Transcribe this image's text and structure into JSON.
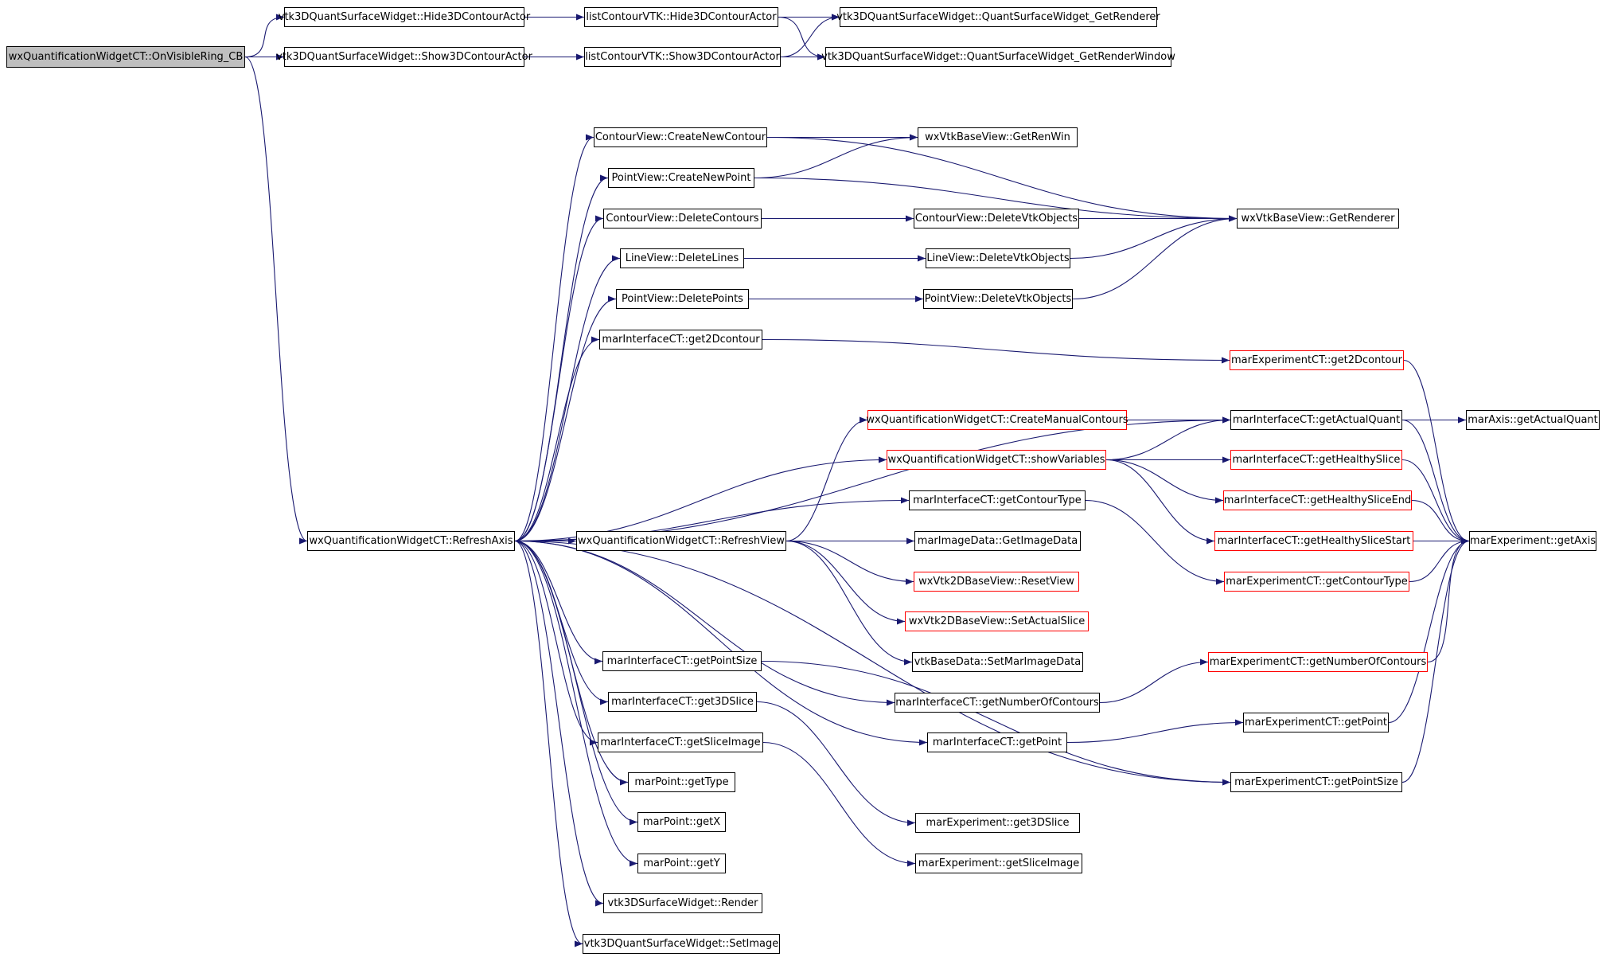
{
  "diagram": {
    "type": "call-graph",
    "colors": {
      "edge": "#191970",
      "normal_border": "#000000",
      "incomplete_border": "#ff0000",
      "root_fill": "#bfbfbf"
    },
    "nodes": [
      {
        "id": "n0",
        "label": "wxQuantificationWidgetCT::OnVisibleRing_CB",
        "style": "root"
      },
      {
        "id": "n1",
        "label": "vtk3DQuantSurfaceWidget::Hide3DContourActor",
        "style": "normal"
      },
      {
        "id": "n2",
        "label": "vtk3DQuantSurfaceWidget::Show3DContourActor",
        "style": "normal"
      },
      {
        "id": "n3",
        "label": "wxQuantificationWidgetCT::RefreshAxis",
        "style": "normal"
      },
      {
        "id": "n4",
        "label": "listContourVTK::Hide3DContourActor",
        "style": "normal"
      },
      {
        "id": "n5",
        "label": "listContourVTK::Show3DContourActor",
        "style": "normal"
      },
      {
        "id": "n6",
        "label": "vtk3DQuantSurfaceWidget::QuantSurfaceWidget_GetRenderer",
        "style": "normal"
      },
      {
        "id": "n7",
        "label": "vtk3DQuantSurfaceWidget::QuantSurfaceWidget_GetRenderWindow",
        "style": "normal"
      },
      {
        "id": "n8",
        "label": "ContourView::CreateNewContour",
        "style": "normal"
      },
      {
        "id": "n9",
        "label": "PointView::CreateNewPoint",
        "style": "normal"
      },
      {
        "id": "n10",
        "label": "ContourView::DeleteContours",
        "style": "normal"
      },
      {
        "id": "n11",
        "label": "LineView::DeleteLines",
        "style": "normal"
      },
      {
        "id": "n12",
        "label": "PointView::DeletePoints",
        "style": "normal"
      },
      {
        "id": "n13",
        "label": "marInterfaceCT::get2Dcontour",
        "style": "normal"
      },
      {
        "id": "n14",
        "label": "wxQuantificationWidgetCT::RefreshView",
        "style": "normal"
      },
      {
        "id": "n15",
        "label": "marInterfaceCT::getPointSize",
        "style": "normal"
      },
      {
        "id": "n16",
        "label": "marInterfaceCT::get3DSlice",
        "style": "normal"
      },
      {
        "id": "n17",
        "label": "marInterfaceCT::getSliceImage",
        "style": "normal"
      },
      {
        "id": "n18",
        "label": "marPoint::getType",
        "style": "normal"
      },
      {
        "id": "n19",
        "label": "marPoint::getX",
        "style": "normal"
      },
      {
        "id": "n20",
        "label": "marPoint::getY",
        "style": "normal"
      },
      {
        "id": "n21",
        "label": "vtk3DSurfaceWidget::Render",
        "style": "normal"
      },
      {
        "id": "n22",
        "label": "vtk3DQuantSurfaceWidget::SetImage",
        "style": "normal"
      },
      {
        "id": "n23",
        "label": "wxVtkBaseView::GetRenWin",
        "style": "normal"
      },
      {
        "id": "n24",
        "label": "ContourView::DeleteVtkObjects",
        "style": "normal"
      },
      {
        "id": "n25",
        "label": "LineView::DeleteVtkObjects",
        "style": "normal"
      },
      {
        "id": "n26",
        "label": "PointView::DeleteVtkObjects",
        "style": "normal"
      },
      {
        "id": "n27",
        "label": "wxQuantificationWidgetCT::CreateManualContours",
        "style": "incomplete"
      },
      {
        "id": "n28",
        "label": "wxQuantificationWidgetCT::showVariables",
        "style": "incomplete"
      },
      {
        "id": "n29",
        "label": "marInterfaceCT::getContourType",
        "style": "normal"
      },
      {
        "id": "n30",
        "label": "marImageData::GetImageData",
        "style": "normal"
      },
      {
        "id": "n31",
        "label": "wxVtk2DBaseView::ResetView",
        "style": "incomplete"
      },
      {
        "id": "n32",
        "label": "wxVtk2DBaseView::SetActualSlice",
        "style": "incomplete"
      },
      {
        "id": "n33",
        "label": "vtkBaseData::SetMarImageData",
        "style": "normal"
      },
      {
        "id": "n34",
        "label": "marInterfaceCT::getNumberOfContours",
        "style": "normal"
      },
      {
        "id": "n35",
        "label": "marInterfaceCT::getPoint",
        "style": "normal"
      },
      {
        "id": "n36",
        "label": "marExperiment::get3DSlice",
        "style": "normal"
      },
      {
        "id": "n37",
        "label": "marExperiment::getSliceImage",
        "style": "normal"
      },
      {
        "id": "n38",
        "label": "wxVtkBaseView::GetRenderer",
        "style": "normal"
      },
      {
        "id": "n39",
        "label": "marExperimentCT::get2Dcontour",
        "style": "incomplete"
      },
      {
        "id": "n40",
        "label": "marInterfaceCT::getActualQuant",
        "style": "normal"
      },
      {
        "id": "n41",
        "label": "marInterfaceCT::getHealthySlice",
        "style": "incomplete"
      },
      {
        "id": "n42",
        "label": "marInterfaceCT::getHealthySliceEnd",
        "style": "incomplete"
      },
      {
        "id": "n43",
        "label": "marInterfaceCT::getHealthySliceStart",
        "style": "incomplete"
      },
      {
        "id": "n44",
        "label": "marExperimentCT::getContourType",
        "style": "incomplete"
      },
      {
        "id": "n45",
        "label": "marExperimentCT::getNumberOfContours",
        "style": "incomplete"
      },
      {
        "id": "n46",
        "label": "marExperimentCT::getPoint",
        "style": "normal"
      },
      {
        "id": "n47",
        "label": "marExperimentCT::getPointSize",
        "style": "normal"
      },
      {
        "id": "n48",
        "label": "marAxis::getActualQuant",
        "style": "normal"
      },
      {
        "id": "n49",
        "label": "marExperiment::getAxis",
        "style": "normal"
      }
    ],
    "edges": [
      [
        "n0",
        "n1"
      ],
      [
        "n0",
        "n2"
      ],
      [
        "n0",
        "n3"
      ],
      [
        "n1",
        "n4"
      ],
      [
        "n2",
        "n5"
      ],
      [
        "n4",
        "n6"
      ],
      [
        "n4",
        "n7"
      ],
      [
        "n5",
        "n6"
      ],
      [
        "n5",
        "n7"
      ],
      [
        "n3",
        "n8"
      ],
      [
        "n3",
        "n9"
      ],
      [
        "n3",
        "n10"
      ],
      [
        "n3",
        "n11"
      ],
      [
        "n3",
        "n12"
      ],
      [
        "n3",
        "n13"
      ],
      [
        "n3",
        "n40"
      ],
      [
        "n3",
        "n28"
      ],
      [
        "n3",
        "n29"
      ],
      [
        "n3",
        "n14"
      ],
      [
        "n3",
        "n34"
      ],
      [
        "n3",
        "n35"
      ],
      [
        "n3",
        "n47"
      ],
      [
        "n3",
        "n15"
      ],
      [
        "n3",
        "n16"
      ],
      [
        "n3",
        "n17"
      ],
      [
        "n3",
        "n18"
      ],
      [
        "n3",
        "n19"
      ],
      [
        "n3",
        "n20"
      ],
      [
        "n3",
        "n21"
      ],
      [
        "n3",
        "n22"
      ],
      [
        "n8",
        "n23"
      ],
      [
        "n8",
        "n38"
      ],
      [
        "n9",
        "n23"
      ],
      [
        "n9",
        "n38"
      ],
      [
        "n10",
        "n24"
      ],
      [
        "n11",
        "n25"
      ],
      [
        "n12",
        "n26"
      ],
      [
        "n24",
        "n38"
      ],
      [
        "n25",
        "n38"
      ],
      [
        "n26",
        "n38"
      ],
      [
        "n13",
        "n39"
      ],
      [
        "n14",
        "n27"
      ],
      [
        "n14",
        "n30"
      ],
      [
        "n14",
        "n31"
      ],
      [
        "n14",
        "n32"
      ],
      [
        "n14",
        "n33"
      ],
      [
        "n15",
        "n47"
      ],
      [
        "n16",
        "n36"
      ],
      [
        "n17",
        "n37"
      ],
      [
        "n27",
        "n40"
      ],
      [
        "n28",
        "n40"
      ],
      [
        "n28",
        "n41"
      ],
      [
        "n28",
        "n42"
      ],
      [
        "n28",
        "n43"
      ],
      [
        "n29",
        "n44"
      ],
      [
        "n34",
        "n45"
      ],
      [
        "n35",
        "n46"
      ],
      [
        "n39",
        "n49"
      ],
      [
        "n40",
        "n48"
      ],
      [
        "n40",
        "n49"
      ],
      [
        "n41",
        "n49"
      ],
      [
        "n42",
        "n49"
      ],
      [
        "n43",
        "n49"
      ],
      [
        "n44",
        "n49"
      ],
      [
        "n45",
        "n49"
      ],
      [
        "n46",
        "n49"
      ],
      [
        "n47",
        "n49"
      ]
    ]
  }
}
